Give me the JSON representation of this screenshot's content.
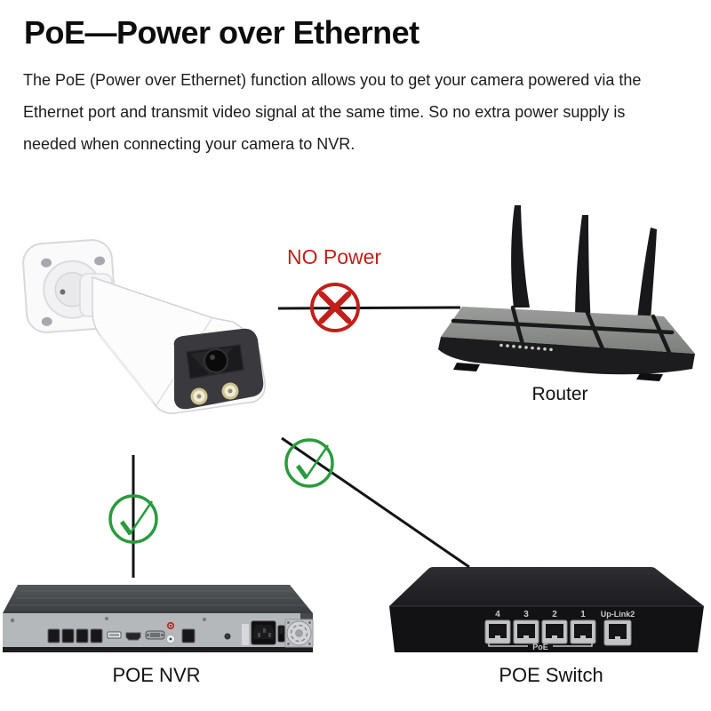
{
  "header": {
    "title": "PoE—Power over Ethernet",
    "paragraph_lines": [
      "The PoE (Power over Ethernet) function allows you to get your camera powered via the",
      "Ethernet port and transmit video signal at the same time. So no extra power supply is",
      "needed when connecting your camera to NVR."
    ]
  },
  "diagram": {
    "no_power_label": "NO Power",
    "router": {
      "label": "Router"
    },
    "nvr": {
      "label": "POE NVR"
    },
    "switch": {
      "label": "POE Switch",
      "port_labels": [
        "4",
        "3",
        "2",
        "1",
        "Up-Link2"
      ],
      "poe_group_label": "PoE"
    },
    "colors": {
      "error_red": "#c1201a",
      "ok_green": "#2a9b3d",
      "line_black": "#141414"
    }
  }
}
